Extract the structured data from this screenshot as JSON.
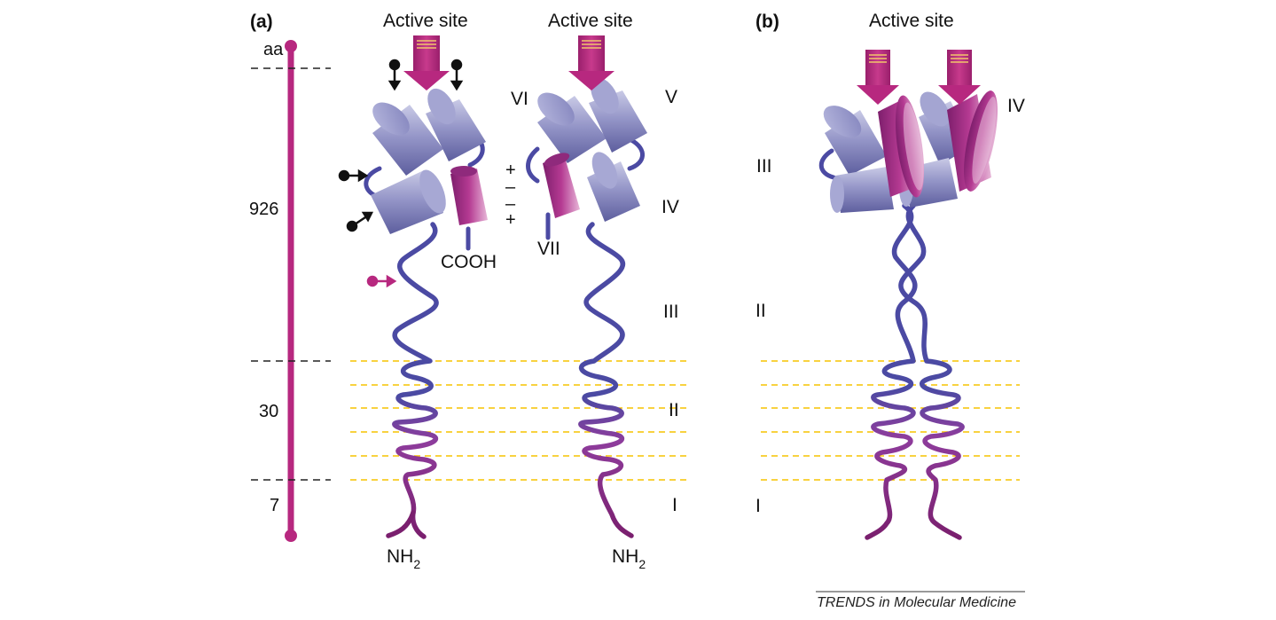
{
  "panels": {
    "a": "(a)",
    "b": "(b)"
  },
  "titles": {
    "active_site_1": "Active site",
    "active_site_2": "Active site",
    "active_site_3": "Active site"
  },
  "scale": {
    "unit": "aa",
    "seg_1": "926",
    "seg_2": "30",
    "seg_3": "7"
  },
  "domains": {
    "a_left_cooh": "COOH",
    "a_left_nh2_main": "NH",
    "a_left_nh2_sub": "2",
    "a_right_vi": "VI",
    "a_right_v": "V",
    "a_right_iv": "IV",
    "a_right_vii": "VII",
    "a_right_iii": "III",
    "a_right_ii": "II",
    "a_right_i": "I",
    "a_right_nh2_main": "NH",
    "a_right_nh2_sub": "2",
    "b_iii": "III",
    "b_ii": "II",
    "b_i": "I",
    "b_iv": "IV"
  },
  "charges": [
    "+",
    "–",
    "–",
    "+"
  ],
  "credit": "TRENDS in Molecular Medicine",
  "colors": {
    "cylinder_blue": "#8e8fc4",
    "cylinder_magenta": "#b52e8a",
    "tube_blue": "#4b4aa3",
    "tube_magenta": "#a5348f",
    "tube_dark": "#7a1f6e",
    "arrow_magenta": "#b7287f",
    "scale_bar": "#b7287f",
    "membrane_line": "#f5c400",
    "marker_black": "#111111"
  }
}
